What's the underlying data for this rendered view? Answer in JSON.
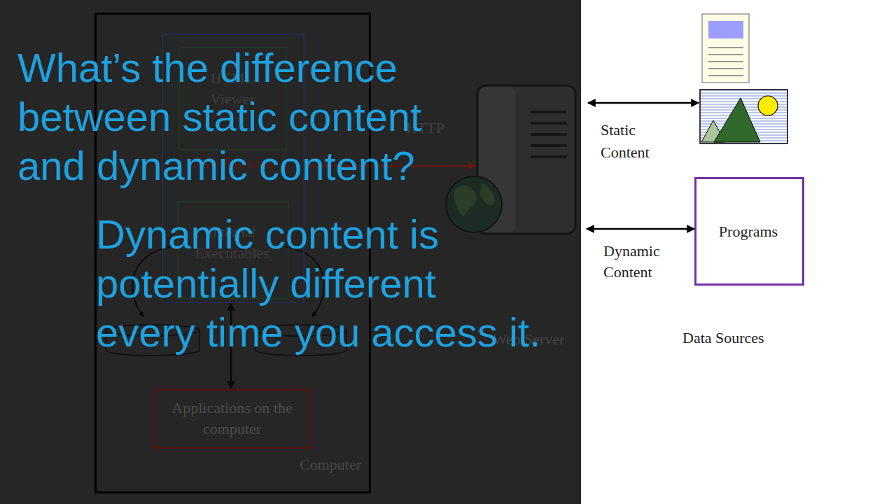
{
  "diagram": {
    "title": "What’s the difference between static content and dynamic content?",
    "nodes": [
      {
        "text": [
          "Computer"
        ]
      },
      {
        "text": [
          "Web Browser"
        ],
        "in": 0
      },
      {
        "text": [
          "HTML Viewer"
        ],
        "in": 1
      },
      {
        "text": [
          "Internal Executables"
        ],
        "in": 1
      },
      {
        "text": [
          "Applications on the computer"
        ],
        "in": 0
      },
      {
        "text": [
          "Web Server"
        ]
      },
      {
        "text": [
          "Programs"
        ]
      }
    ],
    "edges": [
      {
        "from": 1,
        "to": 5,
        "arrow": "to",
        "label": "HTTP"
      },
      {
        "from": 1,
        "to": 4,
        "arrow": "both"
      },
      {
        "from": 5,
        "to": 6,
        "arrow": "both",
        "label": "Dynamic Content"
      }
    ],
    "labels": [
      "Static Content",
      "Data Sources",
      "Dynamic content is potentially different every time you access it."
    ]
  }
}
